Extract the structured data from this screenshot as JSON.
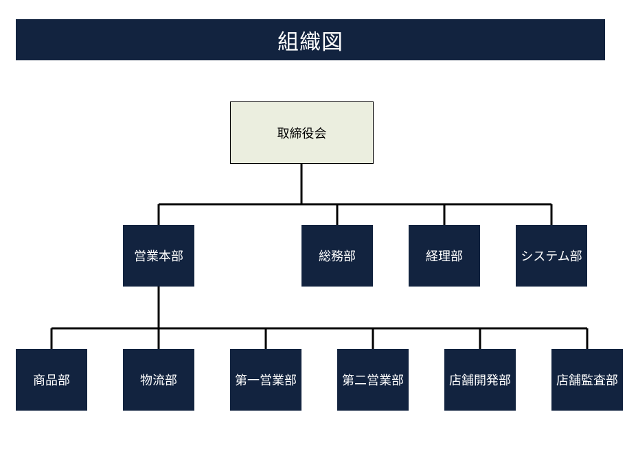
{
  "title": "組織図",
  "colors": {
    "header_bg": "#12233f",
    "node_bg": "#12233f",
    "board_bg": "#ebeedf",
    "connector": "#000000"
  },
  "nodes": {
    "board": "取締役会",
    "level2": [
      "営業本部",
      "総務部",
      "経理部",
      "システム部"
    ],
    "level3": [
      "商品部",
      "物流部",
      "第一営業部",
      "第二営業部",
      "店舗開発部",
      "店舗監査部"
    ]
  }
}
